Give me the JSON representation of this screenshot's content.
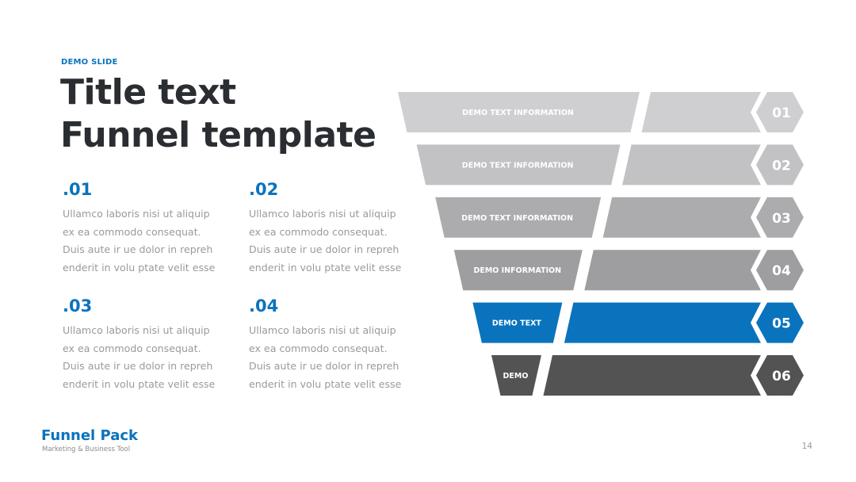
{
  "header": {
    "eyebrow": "DEMO SLIDE",
    "title_line1": "Title text",
    "title_line2": "Funnel template"
  },
  "blocks": [
    {
      "num": ".01",
      "lines": [
        "Ullamco laboris nisi ut aliquip",
        "ex ea commodo consequat.",
        "Duis aute ir ue dolor in repreh",
        "enderit in volu ptate velit esse"
      ]
    },
    {
      "num": ".02",
      "lines": [
        "Ullamco laboris nisi ut aliquip",
        "ex ea commodo consequat.",
        "Duis aute ir ue dolor in repreh",
        "enderit in volu ptate velit esse"
      ]
    },
    {
      "num": ".03",
      "lines": [
        "Ullamco laboris nisi ut aliquip",
        "ex ea commodo consequat.",
        "Duis aute ir ue dolor in repreh",
        "enderit in volu ptate velit esse"
      ]
    },
    {
      "num": ".04",
      "lines": [
        "Ullamco laboris nisi ut aliquip",
        "ex ea commodo consequat.",
        "Duis aute ir ue dolor in repreh",
        "enderit in volu ptate velit esse"
      ]
    }
  ],
  "funnel": {
    "stages": [
      {
        "label": "DEMO TEXT INFORMATION",
        "number": "01",
        "color": "#cfcfd1"
      },
      {
        "label": "DEMO TEXT INFORMATION",
        "number": "02",
        "color": "#c2c2c4"
      },
      {
        "label": "DEMO TEXT INFORMATION",
        "number": "03",
        "color": "#acacae"
      },
      {
        "label": "DEMO INFORMATION",
        "number": "04",
        "color": "#9e9ea0"
      },
      {
        "label": "DEMO TEXT",
        "number": "05",
        "color": "#0a73bd"
      },
      {
        "label": "DEMO",
        "number": "06",
        "color": "#535353"
      }
    ]
  },
  "footer": {
    "brand": "Funnel Pack",
    "tagline": "Marketing & Business Tool",
    "page_number": "14"
  }
}
